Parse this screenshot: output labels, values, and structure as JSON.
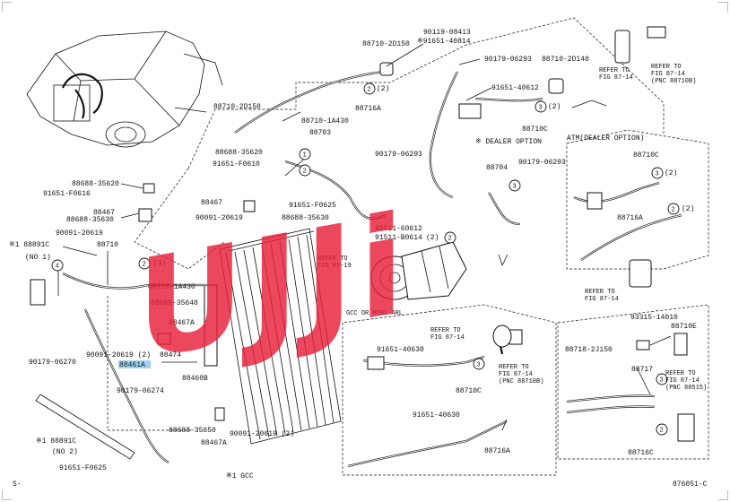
{
  "watermark": "UJJi",
  "footer": {
    "left": "S-",
    "right": "876051-C"
  },
  "labels": {
    "l88710_2d150a": "88710-2D150",
    "l90119": "90119-08413",
    "l91651_40814": "※91651-40814",
    "l90179_06293a": "90179-06293",
    "l88710_2d140": "88710-2D140",
    "refer1": "REFER TO",
    "fig1": "FIG 87-14",
    "refer2": "REFER TO",
    "fig2": "FIG 87-14",
    "pnc1": "(PNC 88710B)",
    "l88716a_top": "88716A",
    "c2a": "(2)",
    "l91651_40612a": "91651-40612",
    "l88710_2d150b": "88710-2D150",
    "l88710_1a430a": "88710-1A430",
    "l88703": "88703",
    "l88710c_top": "88710C",
    "c3a": "(2)",
    "dealer": "※ DEALER OPTION",
    "atm": "ATM(DEALER OPTION)",
    "l88688_35620a": "88688-35620",
    "l91651_f0610": "91651-F0610",
    "l90179_06293b": "90179-06293",
    "l90179_06293c": "90179-06293",
    "l88704": "88704",
    "l88710c_r": "88710C",
    "c3b": "(2)",
    "l88688_35620b": "88688-35620",
    "l91651_f0616": "91651-F0616",
    "l88467a": "88467",
    "l91651_f0625a": "91651-F0625",
    "l88467b": "88467",
    "l88688_35630a": "88688-35630",
    "l90091_20619a": "90091-20619",
    "l88688_35630b": "88688-35630",
    "l90091_20619b": "90091-20619",
    "l88716a_r": "88716A",
    "c2b": "(2)",
    "l91511_60612": "91511-60612",
    "l91511_b0614": "91511-B0614",
    "l2x": "(2)",
    "x88891c_a": "※1 88891C",
    "no1": "(NO 1)",
    "l88710": "88710",
    "c2c": "(3)",
    "refer3": "REFER TO",
    "fig3": "FIG 87-19",
    "refer4": "REFER TO",
    "fig4": "FIG 87-14",
    "l88710_1a430b": "88710-1A430",
    "l88688_35640": "88688-35640",
    "l88467a_m": "88467A",
    "gcc": "GCC OR MTNL.ARL",
    "refer5": "REFER TO",
    "fig5": "FIG 87-14",
    "l93315": "93315-14010",
    "l88710e": "88710E",
    "l90179_06270": "90179-06270",
    "l90091_20619c": "90091-20619 (2)",
    "l88474": "88474",
    "l88461a": "88461A",
    "l91651_40630a": "91651-40630",
    "l88710_2j150": "88718-2J150",
    "refer6": "REFER TO",
    "fig6": "FIG 87-14",
    "pnc2": "(PNC 88710B)",
    "l88717": "88717",
    "refer7": "REFER TO",
    "fig7": "FIG 87-14",
    "pnc3": "(PNC 88515)",
    "l90179_06274": "90179-06274",
    "l88460b": "88460B",
    "l88710c_b": "88710C",
    "x88891c_b": "※1 88891C",
    "no2": "(NO 2)",
    "l88688_35650": "88688-35650",
    "l90091_20619d": "90091-20619 (2)",
    "l91651_40630b": "91651-40630",
    "l88716a_b": "88716A",
    "l88716c_b": "88716C",
    "l88467a_b": "88467A",
    "l91651_f0625b": "91651-F0625",
    "gcc1": "※1 GCC",
    "n1": "1",
    "n2": "2",
    "n3": "3",
    "n4": "4"
  },
  "colors": {
    "watermark": "#e8203a",
    "line": "#111111",
    "highlight": "#2b2b2b"
  }
}
